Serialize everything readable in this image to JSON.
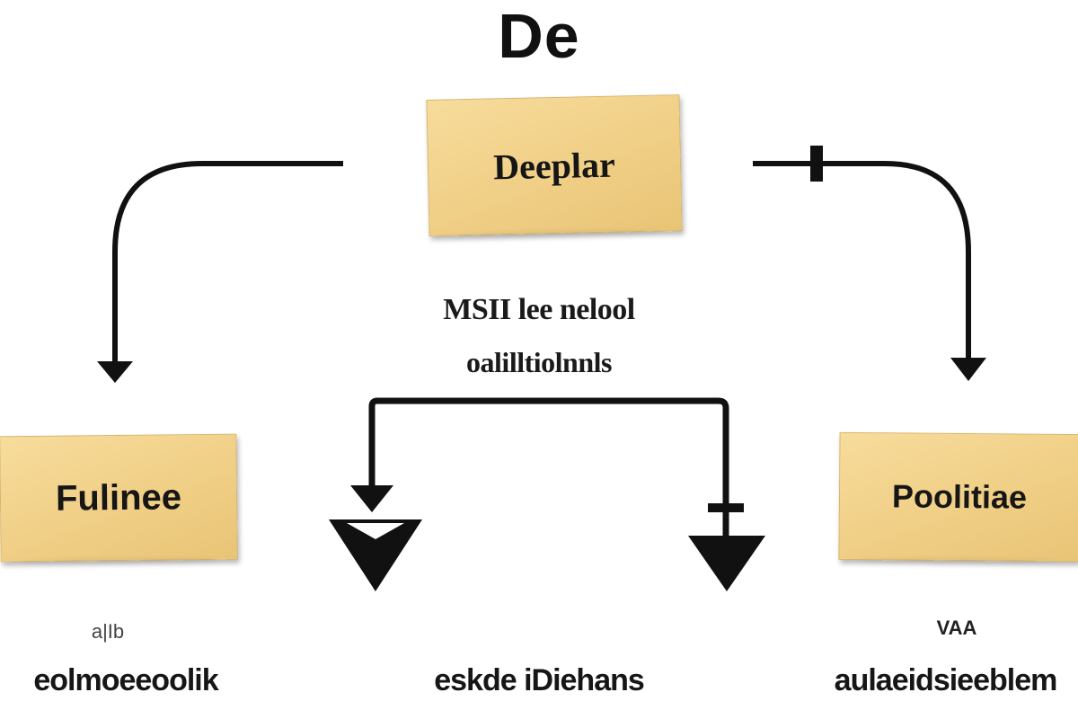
{
  "diagram": {
    "title": "De",
    "top_node": {
      "label": "Deeplar"
    },
    "left_node": {
      "label": "Fulinee"
    },
    "right_node": {
      "label": "Poolitiae"
    },
    "center_text": {
      "line1": "MSII lee nelool",
      "line2": "oalilltiolnnls"
    },
    "left_small_label": "a|Ib",
    "right_small_label": "VAA",
    "bottom_labels": {
      "left": "eolmoeeoolik",
      "center": "eskde iDiehans",
      "right": "aulaeidsieeblem"
    },
    "colors": {
      "note_fill": "#f0cf86",
      "note_border": "#d9b466",
      "line": "#111111",
      "background": "#ffffff"
    }
  }
}
